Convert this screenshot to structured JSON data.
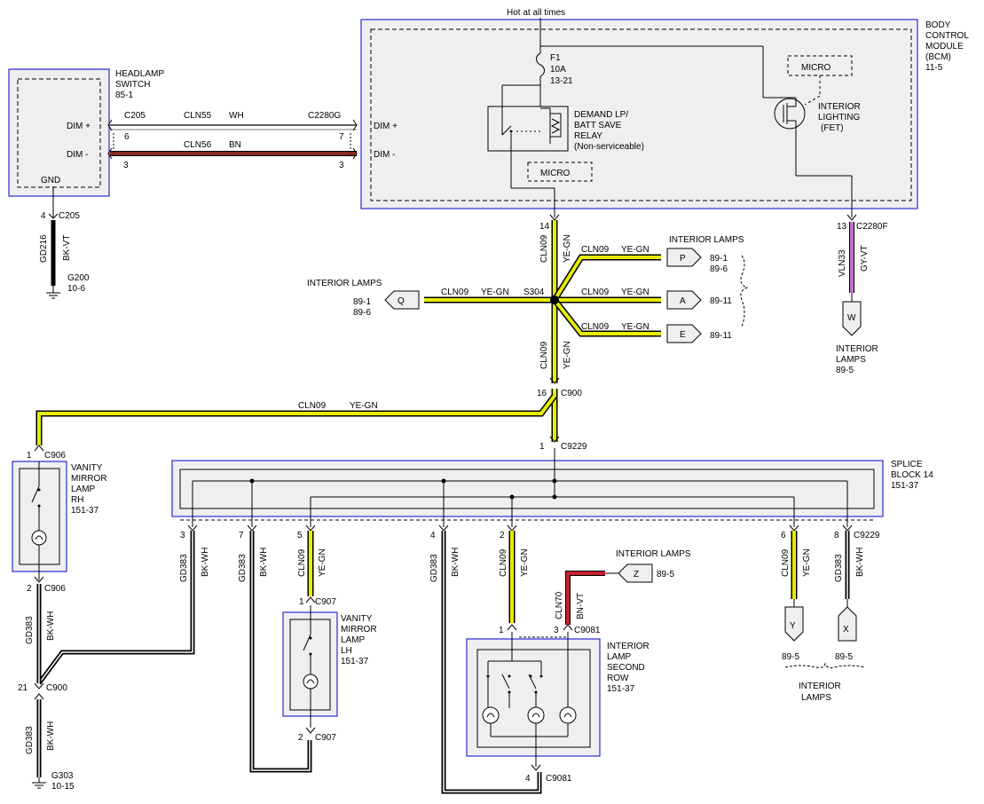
{
  "bcm": {
    "hot_label": "Hot at all times",
    "title": [
      "BODY",
      "CONTROL",
      "MODULE",
      "(BCM)",
      "11-5"
    ],
    "fuse": [
      "F1",
      "10A",
      "13-21"
    ],
    "relay": [
      "DEMAND LP/",
      "BATT SAVE",
      "RELAY",
      "(Non-serviceable)"
    ],
    "micro_label": "MICRO",
    "interior_lighting": [
      "INTERIOR",
      "LIGHTING",
      "(FET)"
    ],
    "dim_plus": "DIM +",
    "dim_minus": "DIM -"
  },
  "headlamp_switch": {
    "title": [
      "HEADLAMP",
      "SWITCH",
      "85-1"
    ],
    "dim_plus": "DIM +",
    "dim_minus": "DIM -",
    "gnd": "GND"
  },
  "wires": {
    "c205": "C205",
    "c2280g": "C2280G",
    "cln55": "CLN55",
    "wh": "WH",
    "cln56": "CLN56",
    "bn": "BN",
    "pin6": "6",
    "pin7": "7",
    "pin3a": "3",
    "pin3b": "3",
    "gnd_pin4": "4",
    "gnd_c205": "C205",
    "gd216": "GD216",
    "bk_vt": "BK-VT",
    "g200": [
      "G200",
      "10-6"
    ],
    "pin14": "14",
    "cln09": "CLN09",
    "ye_gn": "YE-GN",
    "s304": "S304",
    "pin13": "13",
    "c2280f": "C2280F",
    "vln33": "VLN33",
    "gy_vt": "GY-VT",
    "pin16": "16",
    "c900": "C900",
    "pin1": "1",
    "c9229": "C9229",
    "c906": "C906",
    "pin2": "2",
    "gd383": "GD383",
    "bk_wh": "BK-WH",
    "pin21": "21",
    "g303": [
      "G303",
      "10-15"
    ],
    "c907": "C907",
    "pin3": "3",
    "pin4": "4",
    "pin5": "5",
    "pin8": "8",
    "cln70": "CLN70",
    "bn_vt": "BN-VT",
    "c9081": "C9081"
  },
  "interior_lamps": {
    "label": "INTERIOR LAMPS",
    "p": "P",
    "p_ref": [
      "89-1",
      "89-6"
    ],
    "a": "A",
    "a_ref": "89-11",
    "e": "E",
    "e_ref": "89-11",
    "q": "Q",
    "q_ref": [
      "89-1",
      "89-6"
    ],
    "w": "W",
    "w_label": [
      "INTERIOR",
      "LAMPS",
      "89-5"
    ],
    "z": "Z",
    "z_ref": "89-5",
    "y": "Y",
    "y_ref": "89-5",
    "x": "X",
    "x_ref": "89-5",
    "yx_label": [
      "INTERIOR",
      "LAMPS"
    ]
  },
  "splice_block": {
    "title": [
      "SPLICE",
      "BLOCK 14",
      "151-37"
    ]
  },
  "vanity_rh": {
    "title": [
      "VANITY",
      "MIRROR",
      "LAMP",
      "RH",
      "151-37"
    ]
  },
  "vanity_lh": {
    "title": [
      "VANITY",
      "MIRROR",
      "LAMP",
      "LH",
      "151-37"
    ]
  },
  "second_row": {
    "title": [
      "INTERIOR",
      "LAMP",
      "SECOND",
      "ROW",
      "151-37"
    ]
  },
  "colors": {
    "blue_border": "#2a2ad8",
    "box_fill": "#efefef",
    "brown": "#8b2a22",
    "yellow_green": "#e6ee00",
    "violet": "#c070c8",
    "red": "#c62030"
  }
}
